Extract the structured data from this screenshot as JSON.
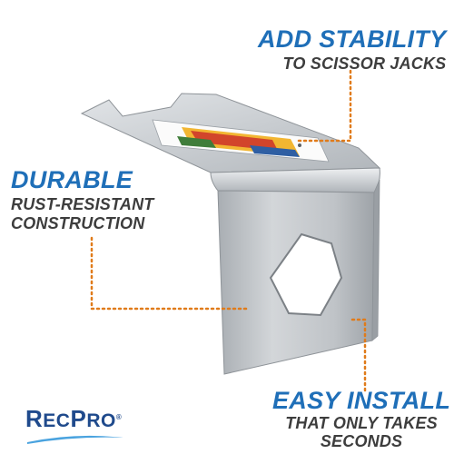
{
  "callouts": {
    "stability": {
      "heading": "ADD STABILITY",
      "sub": "TO SCISSOR JACKS"
    },
    "durable": {
      "heading": "DURABLE",
      "sub1": "RUST-RESISTANT",
      "sub2": "CONSTRUCTION"
    },
    "install": {
      "heading": "EASY INSTALL",
      "sub1": "THAT ONLY TAKES",
      "sub2": "SECONDS"
    }
  },
  "brand": {
    "name_r": "R",
    "name_ec": "EC",
    "name_p": "P",
    "name_ro": "RO",
    "reg": "®"
  },
  "colors": {
    "heading": "#1f6fb8",
    "subtext": "#3d3d3d",
    "leader": "#e07b1a",
    "metal": "#c4c8cc"
  }
}
